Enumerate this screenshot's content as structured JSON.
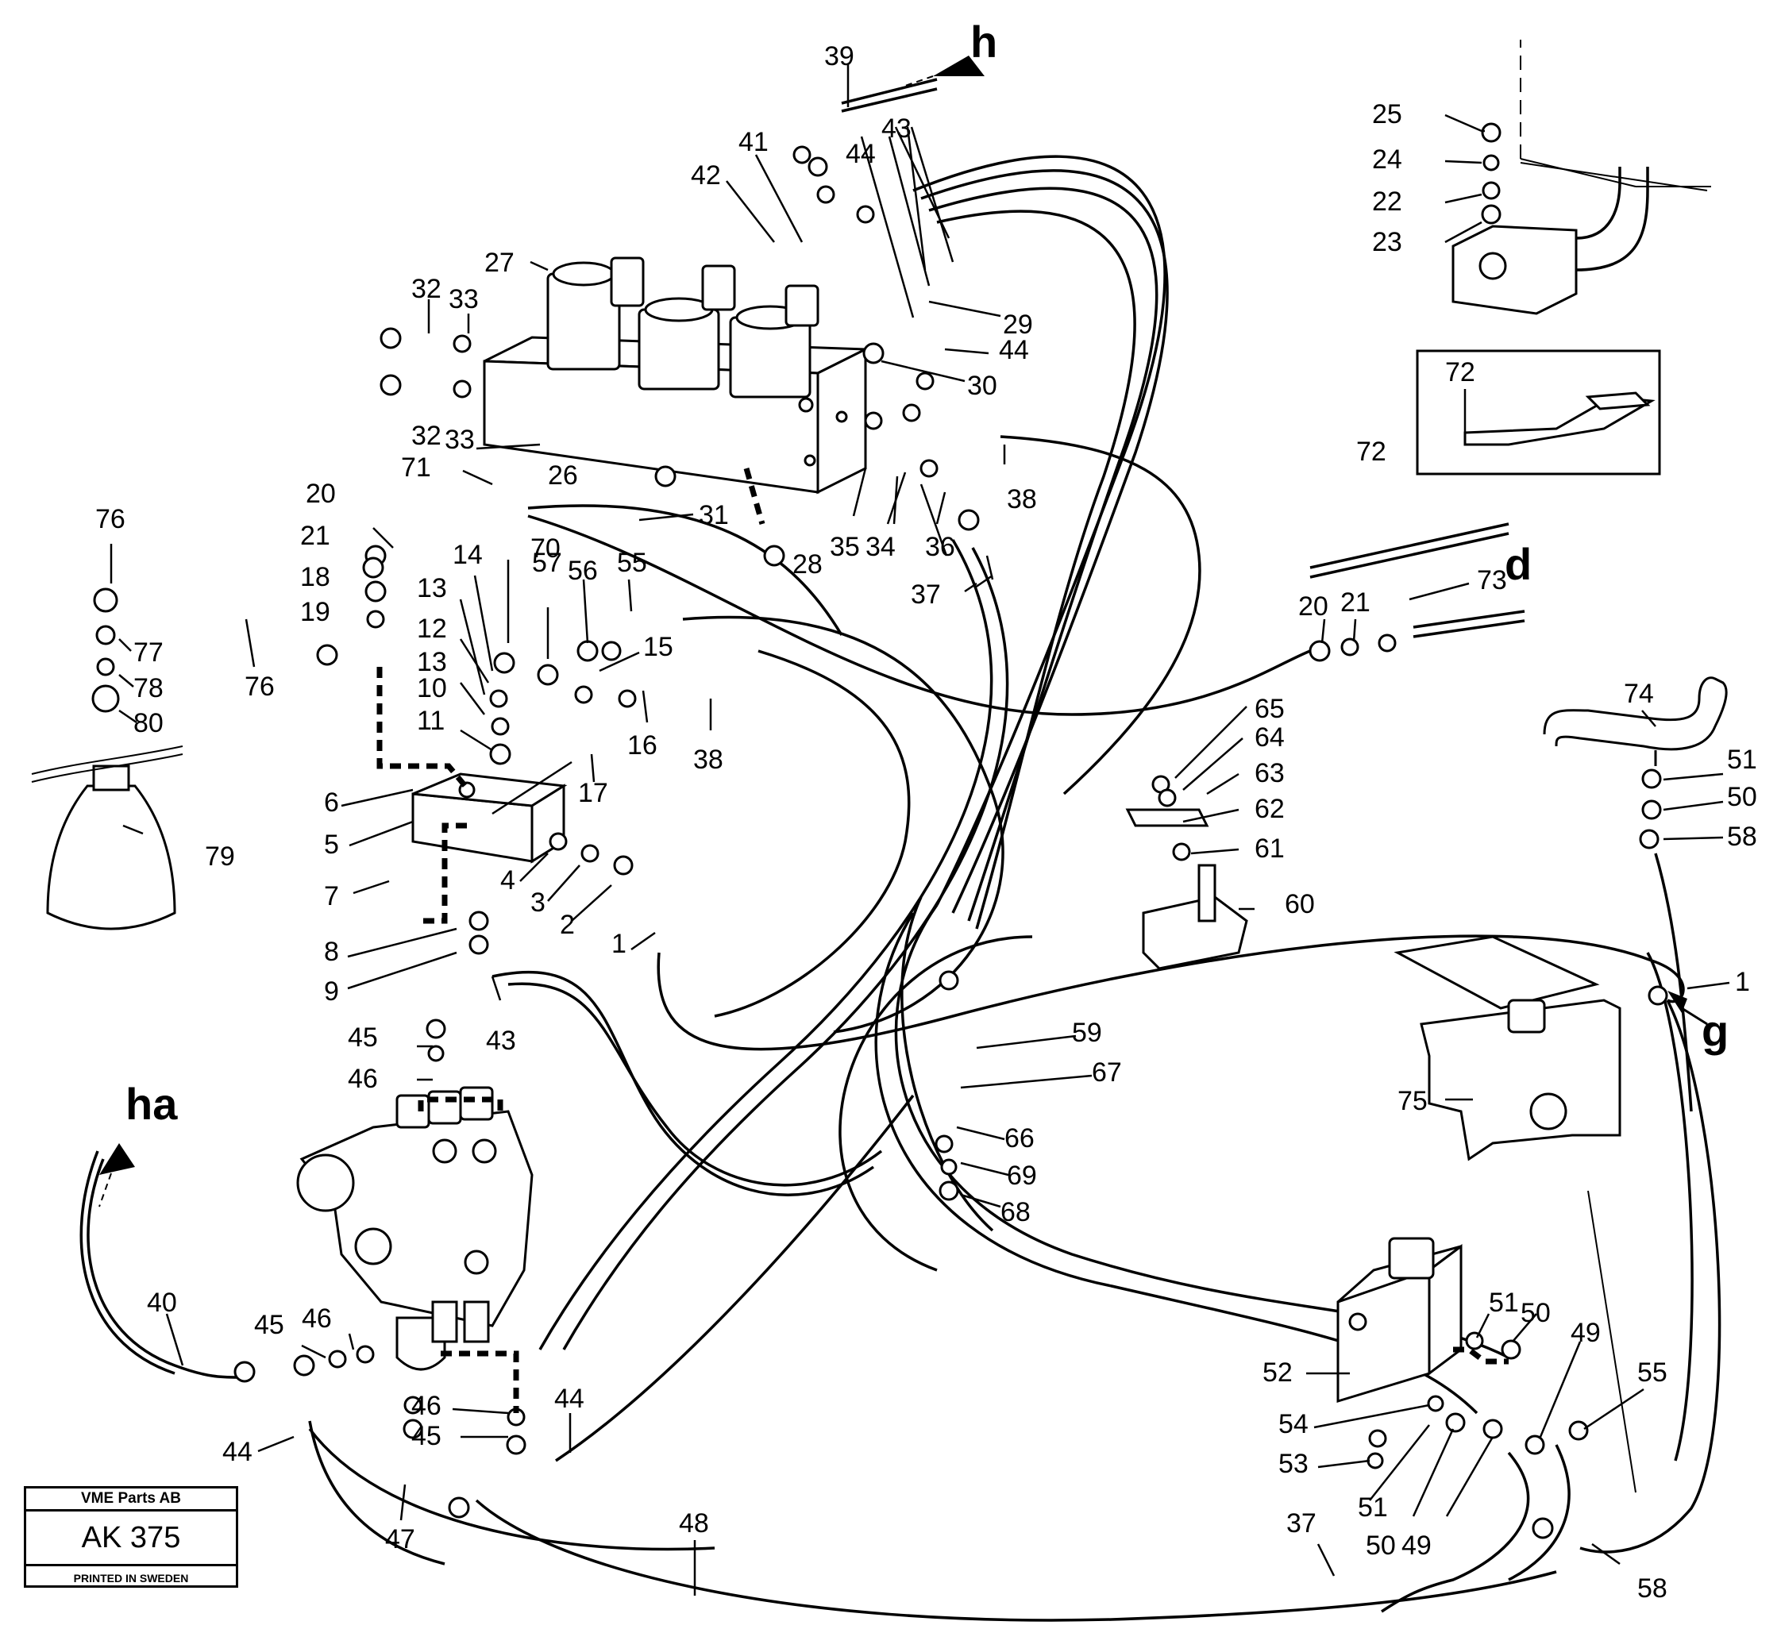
{
  "parts": [
    "1",
    "2",
    "3",
    "4",
    "5",
    "6",
    "7",
    "8",
    "9",
    "10",
    "11",
    "12",
    "13",
    "14",
    "15",
    "16",
    "17",
    "18",
    "19",
    "20",
    "21",
    "22",
    "23",
    "24",
    "25",
    "26",
    "27",
    "28",
    "29",
    "30",
    "31",
    "32",
    "33",
    "34",
    "35",
    "36",
    "37",
    "38",
    "39",
    "40",
    "41",
    "42",
    "43",
    "44",
    "45",
    "46",
    "47",
    "48",
    "49",
    "50",
    "51",
    "52",
    "53",
    "54",
    "55",
    "56",
    "57",
    "58",
    "59",
    "60",
    "61",
    "62",
    "63",
    "64",
    "65",
    "66",
    "67",
    "68",
    "69",
    "70",
    "71",
    "72",
    "73",
    "74",
    "75",
    "76",
    "77",
    "78",
    "79",
    "80"
  ],
  "connection_refs": [
    "h",
    "ha",
    "d",
    "g"
  ],
  "stamp": {
    "company": "VME Parts AB",
    "code": "AK 375",
    "printed": "PRINTED IN SWEDEN"
  }
}
